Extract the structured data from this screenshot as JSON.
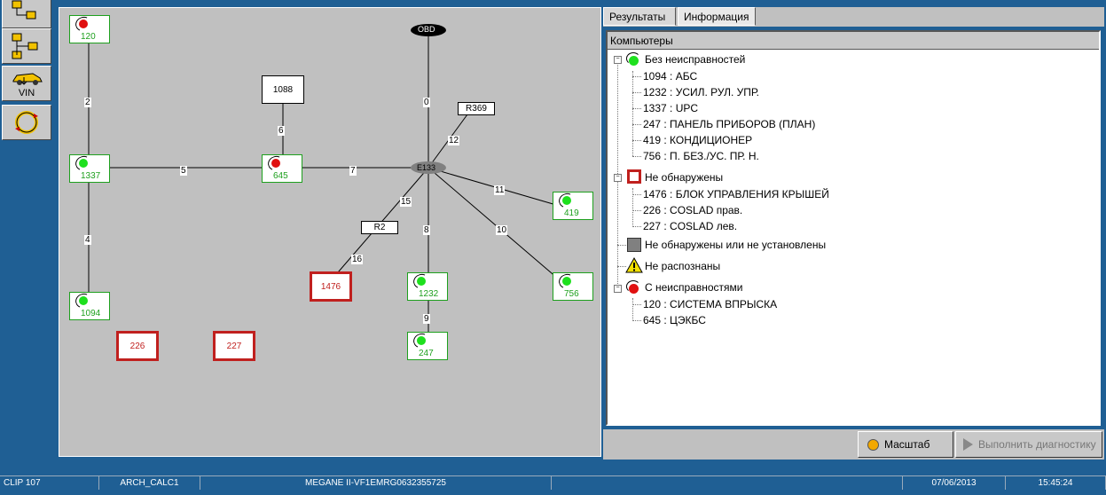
{
  "colors": {
    "ok": "#1ea01e",
    "fault": "#e01010",
    "not_found": "#c0201e",
    "panel": "#c0c0c0",
    "frame": "#1f5f94"
  },
  "toolbar": {
    "vin_label": "VIN"
  },
  "map": {
    "obd_label": "OBD",
    "hub_label": "E133",
    "ecus_ok": [
      {
        "label": "1337"
      },
      {
        "label": "1094"
      },
      {
        "label": "1232"
      },
      {
        "label": "247"
      },
      {
        "label": "419"
      },
      {
        "label": "756"
      }
    ],
    "ecus_fault": [
      {
        "label": "120"
      },
      {
        "label": "645"
      }
    ],
    "ecus_not_found": [
      {
        "label": "1476"
      },
      {
        "label": "226"
      },
      {
        "label": "227"
      }
    ],
    "boxes": {
      "b1088": "1088",
      "r369": "R369",
      "r2": "R2"
    },
    "edges": {
      "e0": "0",
      "e2": "2",
      "e4": "4",
      "e5": "5",
      "e6": "6",
      "e7": "7",
      "e8": "8",
      "e9": "9",
      "e10": "10",
      "e11": "11",
      "e12": "12",
      "e15": "15",
      "e16": "16"
    }
  },
  "tabs": {
    "results": "Результаты",
    "info": "Информация"
  },
  "tree": {
    "header": "Компьютеры",
    "groups": {
      "ok": {
        "label": "Без неисправностей",
        "items": [
          "1094 : АБС",
          "1232 : УСИЛ. РУЛ. УПР.",
          "1337 : UPC",
          "247 : ПАНЕЛЬ ПРИБОРОВ (ПЛАН)",
          "419 : КОНДИЦИОНЕР",
          "756 : П. БЕЗ./УС. ПР. Н."
        ]
      },
      "not_found": {
        "label": "Не обнаружены",
        "items": [
          "1476 : БЛОК УПРАВЛЕНИЯ КРЫШЕЙ",
          "226 : COSLAD прав.",
          "227 : COSLAD лев."
        ]
      },
      "not_installed": {
        "label": "Не обнаружены или не установлены"
      },
      "unknown": {
        "label": "Не распознаны"
      },
      "faults": {
        "label": "С неисправностями",
        "items": [
          "120 : СИСТЕМА ВПРЫСКА",
          "645 : ЦЭКБС"
        ]
      }
    }
  },
  "buttons": {
    "scale": "Масштаб",
    "run": "Выполнить диагностику"
  },
  "status": {
    "clip": "CLIP 107",
    "calc": "ARCH_CALC1",
    "vehicle": "MEGANE II-VF1EMRG0632355725",
    "date": "07/06/2013",
    "time": "15:45:24"
  }
}
